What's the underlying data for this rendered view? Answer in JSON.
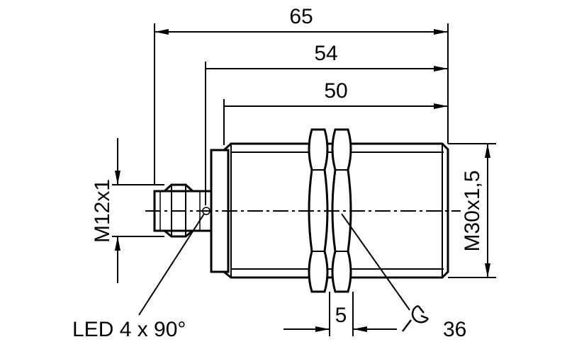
{
  "dimensions": {
    "overall_length": "65",
    "length_without_connector_tip": "54",
    "body_length": "50",
    "connector_thread": "M12x1",
    "body_thread": "M30x1,5",
    "nut_width": "5",
    "wrench_size": "36",
    "led_note": "LED 4 x 90°"
  },
  "icons": {
    "wrench": "wrench-icon"
  }
}
